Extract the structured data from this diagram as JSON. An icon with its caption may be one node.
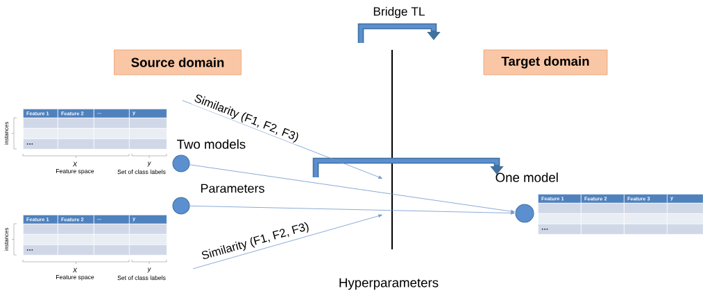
{
  "diagram": {
    "nodes": [
      {
        "text": [
          "Source domain"
        ]
      },
      {
        "text": [
          "Target domain"
        ]
      },
      {
        "text": [],
        "shape": "bar",
        "beside": [
          "Hyperparameters"
        ]
      },
      {
        "text": [],
        "shape": "circle",
        "beside": [
          "Two models"
        ]
      },
      {
        "text": [],
        "shape": "circle"
      },
      {
        "text": [],
        "shape": "circle",
        "beside": [
          "One model"
        ]
      }
    ],
    "edges": [
      {
        "from": 3,
        "to": 5,
        "arrow": "to"
      },
      {
        "from": 4,
        "to": 5,
        "arrow": "to",
        "label": "Parameters"
      },
      {
        "from": null,
        "to": 2,
        "arrow": "to",
        "label": "Similarity (F1, F2, F3)"
      },
      {
        "from": null,
        "to": 2,
        "arrow": "to",
        "label": "Similarity (F1, F2, F3)"
      }
    ],
    "labels": [
      "Bridge TL",
      "instances",
      "Feature 1",
      "Feature 2",
      "...",
      "y",
      "...",
      "X",
      "Feature space",
      "y",
      "Set of class labels",
      "instances",
      "Feature 1",
      "Feature 2",
      "...",
      "y",
      "...",
      "X",
      "Feature space",
      "y",
      "Set of class labels",
      "Feature 1",
      "Feature 2",
      "Feature 3",
      "y",
      "..."
    ]
  }
}
